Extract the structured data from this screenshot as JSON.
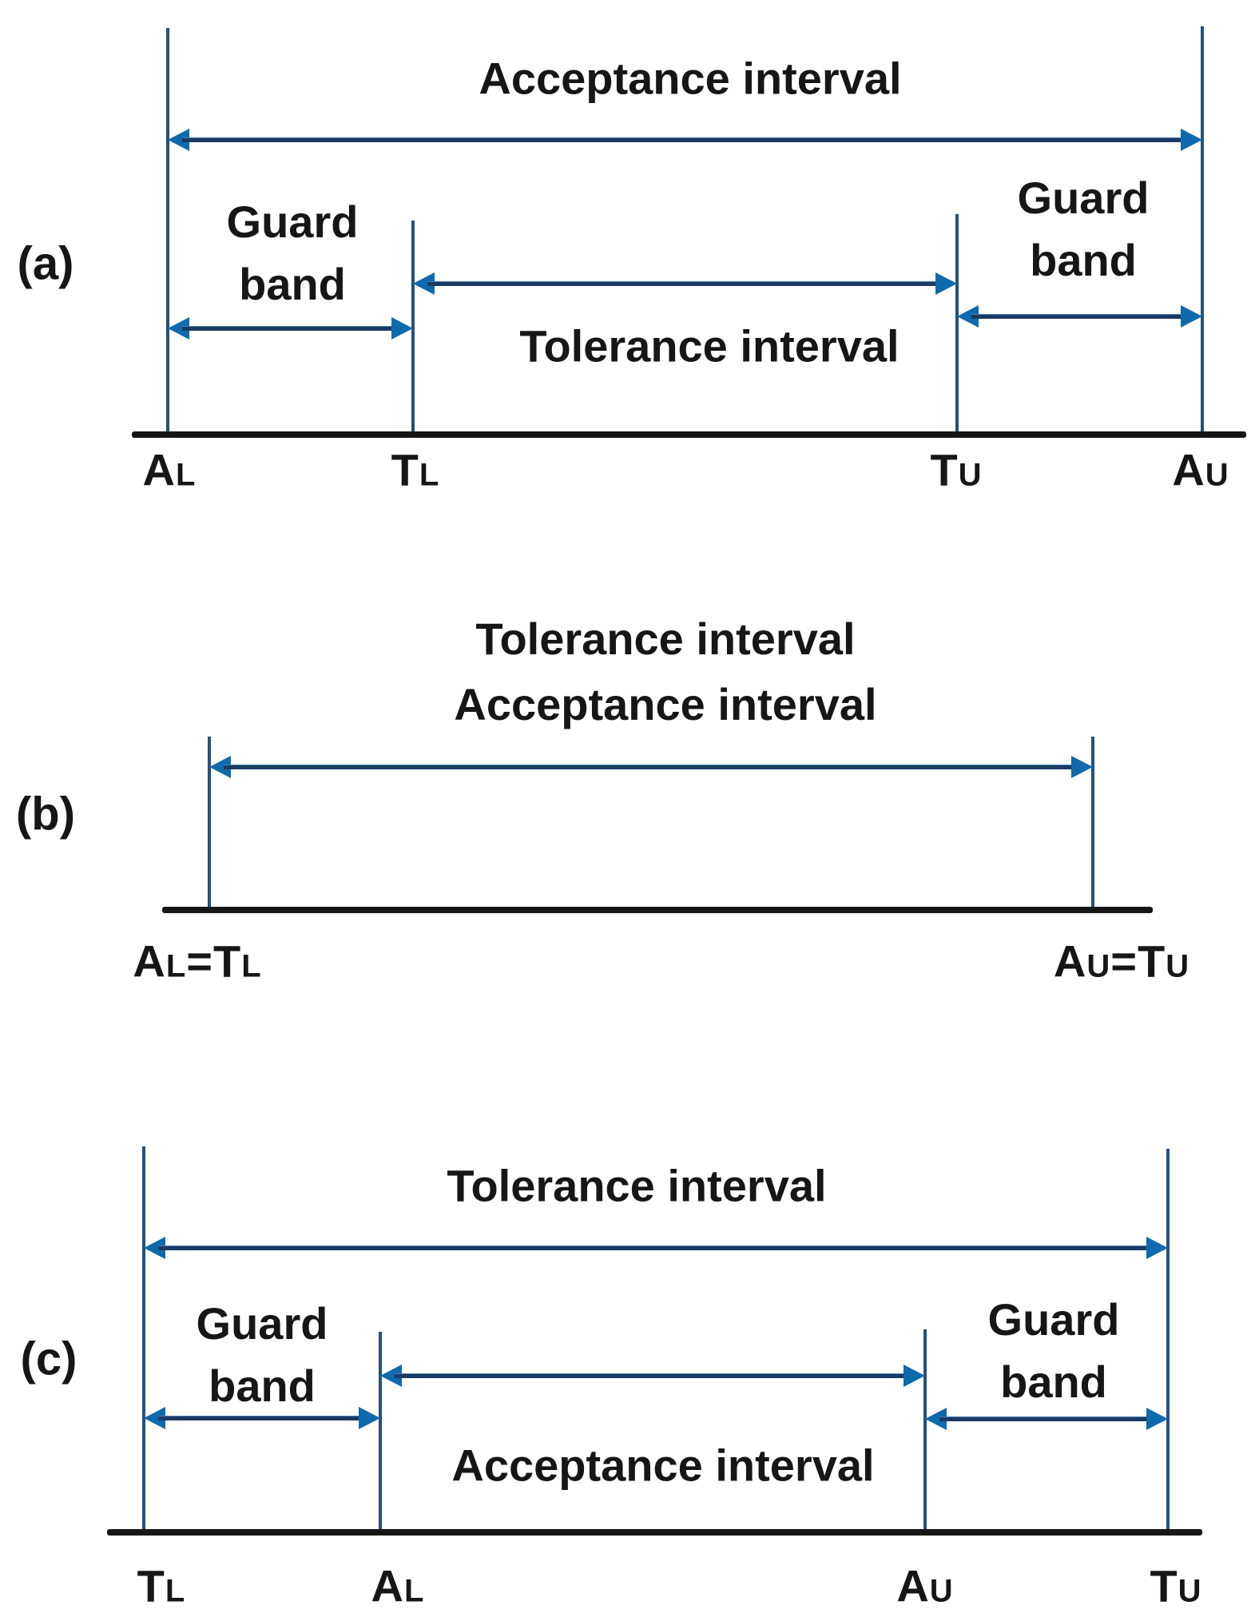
{
  "figure": {
    "colors": {
      "line": "#24507e",
      "head": "#0f6aad",
      "shaft": "#1b3a63",
      "baseline": "#161616",
      "text": "#161616",
      "bg": "#ffffff"
    },
    "panels": [
      {
        "tag": "(a)",
        "outer_interval_label": "Acceptance interval",
        "inner_interval_label": "Tolerance interval",
        "guard_band_left_lines": [
          "Guard",
          "band"
        ],
        "guard_band_right_lines": [
          "Guard",
          "band"
        ],
        "axis_labels": [
          {
            "name": "AL",
            "parts": [
              {
                "t": "A"
              },
              {
                "t": "L",
                "small": true
              }
            ]
          },
          {
            "name": "TL",
            "parts": [
              {
                "t": "T"
              },
              {
                "t": "L",
                "small": true
              }
            ]
          },
          {
            "name": "TU",
            "parts": [
              {
                "t": "T"
              },
              {
                "t": "U",
                "small": true
              }
            ]
          },
          {
            "name": "AU",
            "parts": [
              {
                "t": "A"
              },
              {
                "t": "U",
                "small": true
              }
            ]
          }
        ]
      },
      {
        "tag": "(b)",
        "title_lines": [
          "Tolerance interval",
          "Acceptance interval"
        ],
        "axis_labels": [
          {
            "name": "AL=TL",
            "parts": [
              {
                "t": "A"
              },
              {
                "t": "L",
                "small": true
              },
              {
                "t": "="
              },
              {
                "t": "T"
              },
              {
                "t": "L",
                "small": true
              }
            ]
          },
          {
            "name": "AU=TU",
            "parts": [
              {
                "t": "A"
              },
              {
                "t": "U",
                "small": true
              },
              {
                "t": "="
              },
              {
                "t": "T"
              },
              {
                "t": "U",
                "small": true
              }
            ]
          }
        ]
      },
      {
        "tag": "(c)",
        "outer_interval_label": "Tolerance interval",
        "inner_interval_label": "Acceptance interval",
        "guard_band_left_lines": [
          "Guard",
          "band"
        ],
        "guard_band_right_lines": [
          "Guard",
          "band"
        ],
        "axis_labels": [
          {
            "name": "TL",
            "parts": [
              {
                "t": "T"
              },
              {
                "t": "L",
                "small": true
              }
            ]
          },
          {
            "name": "AL",
            "parts": [
              {
                "t": "A"
              },
              {
                "t": "L",
                "small": true
              }
            ]
          },
          {
            "name": "AU",
            "parts": [
              {
                "t": "A"
              },
              {
                "t": "U",
                "small": true
              }
            ]
          },
          {
            "name": "TU",
            "parts": [
              {
                "t": "T"
              },
              {
                "t": "U",
                "small": true
              }
            ]
          }
        ]
      }
    ]
  }
}
